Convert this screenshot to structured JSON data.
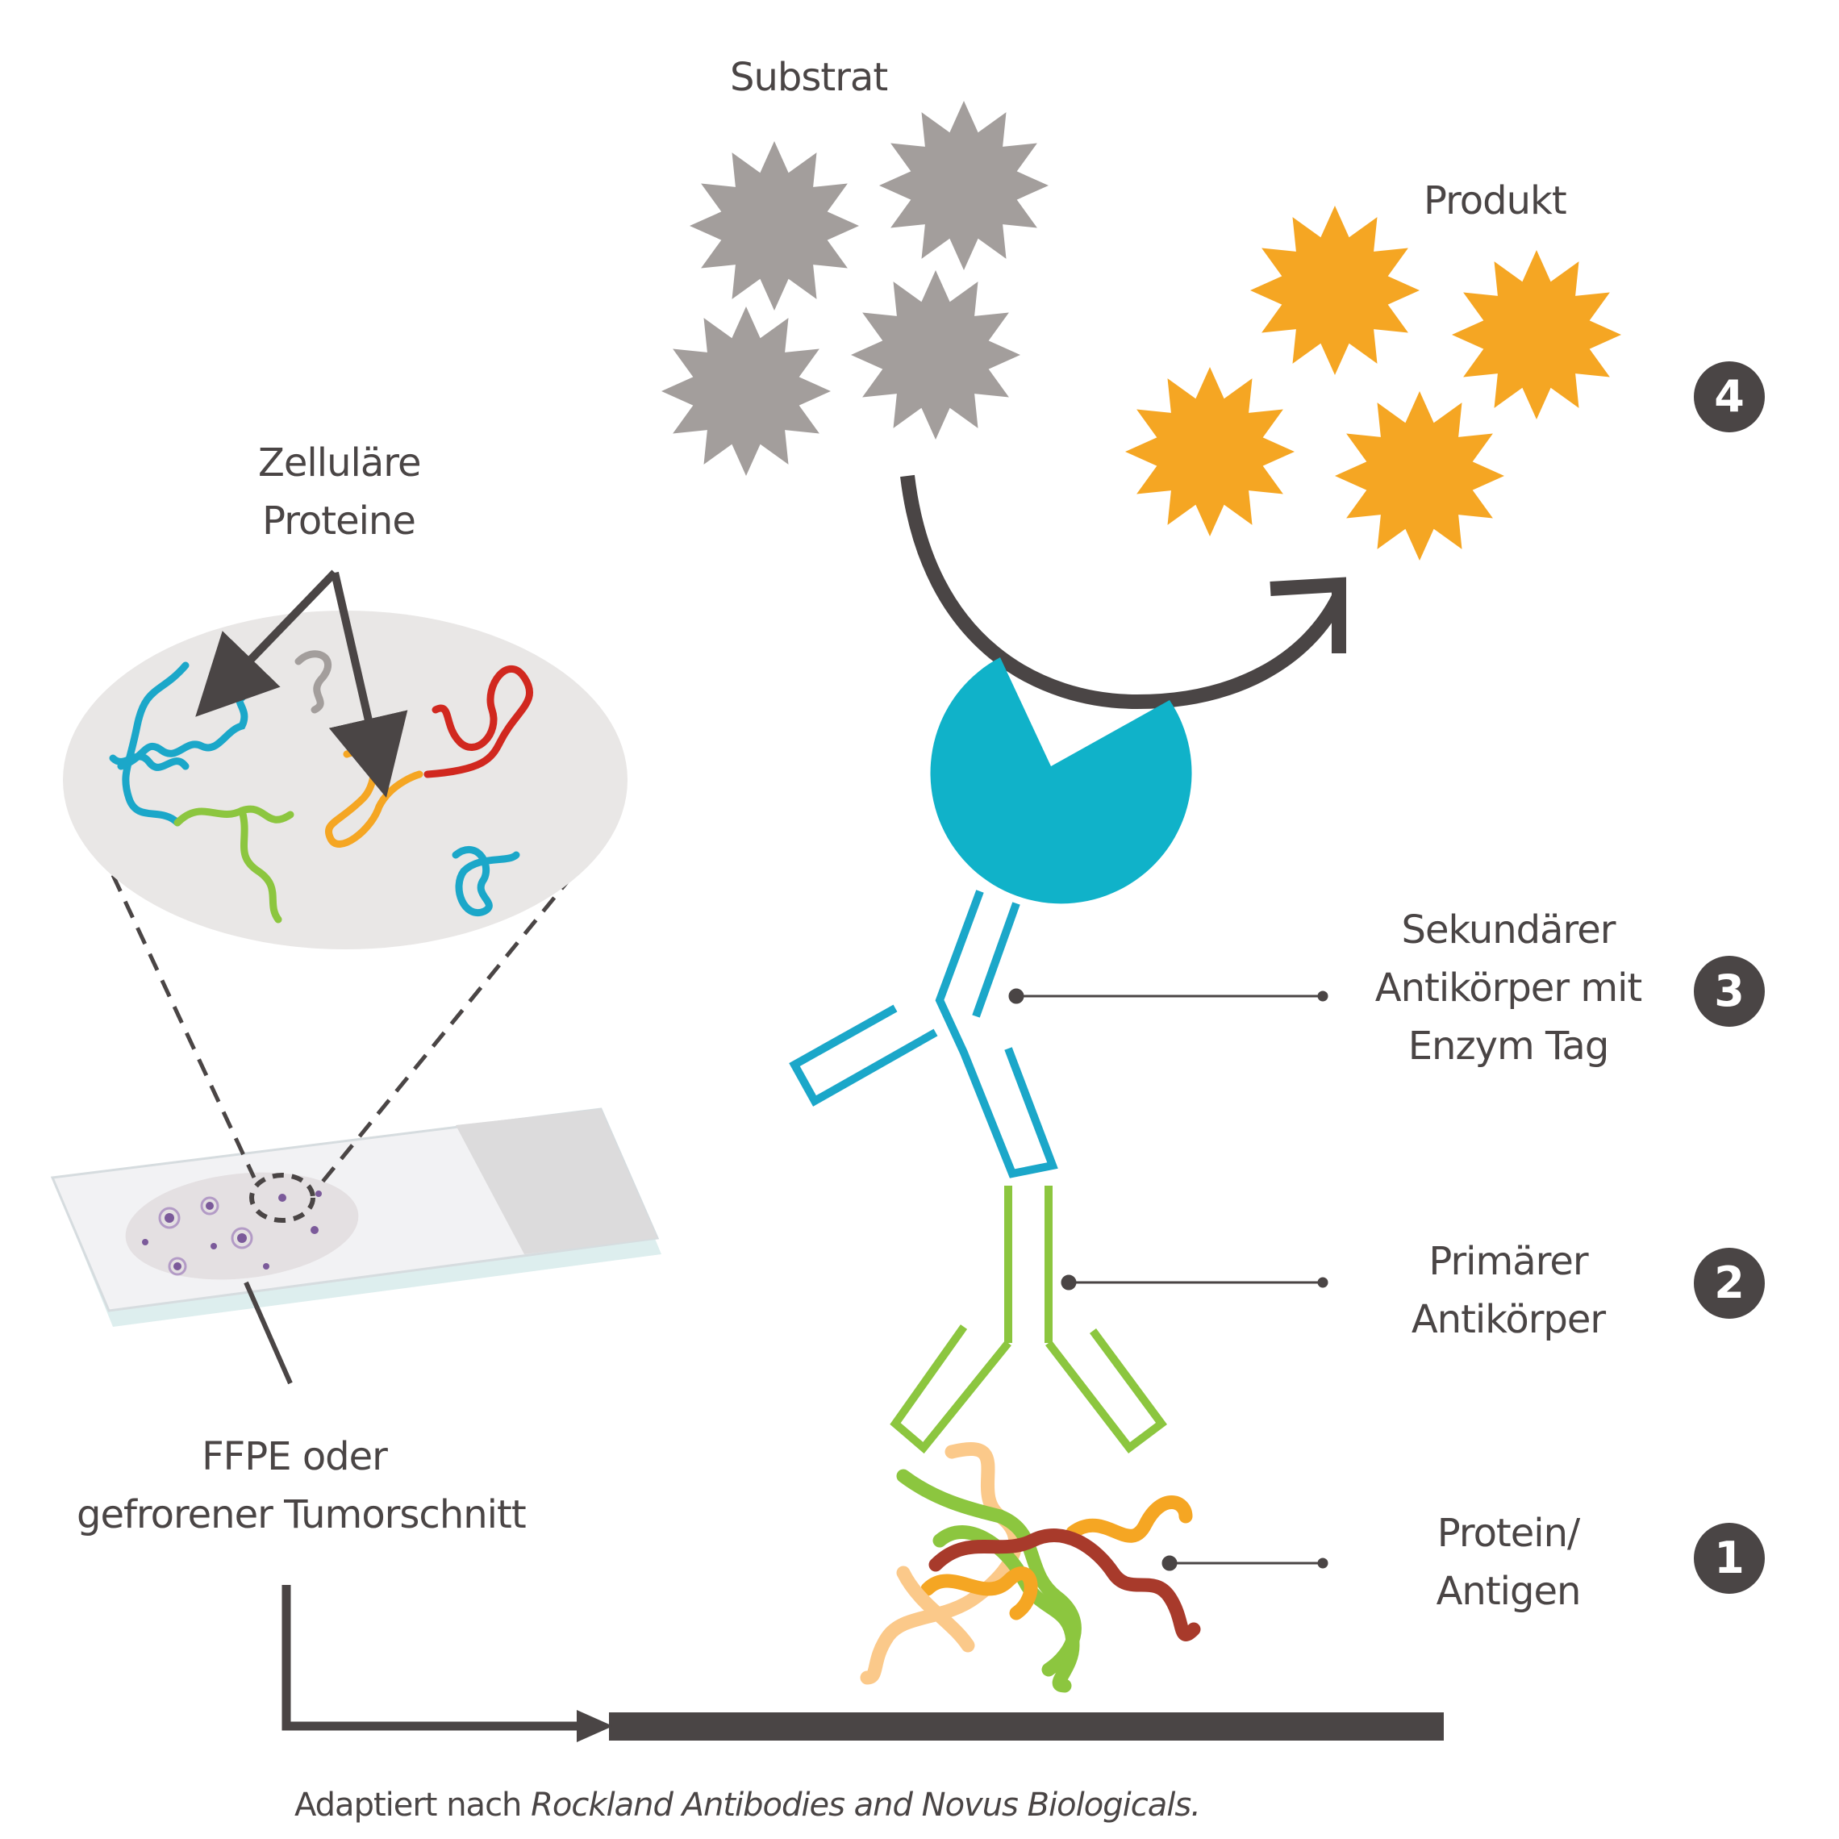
{
  "labels": {
    "substrat": "Substrat",
    "produkt": "Produkt",
    "zellulaere_line1": "Zelluläre",
    "zellulaere_line2": "Proteine",
    "sekundaer_line1": "Sekundärer",
    "sekundaer_line2": "Antikörper mit",
    "sekundaer_line3": "Enzym Tag",
    "primaer_line1": "Primärer",
    "primaer_line2": "Antikörper",
    "protein_line1": "Protein/",
    "protein_line2": "Antigen",
    "ffpe_line1": "FFPE oder",
    "ffpe_line2": "gefrorener Tumorschnitt"
  },
  "steps": [
    "1",
    "2",
    "3",
    "4"
  ],
  "caption": {
    "prefix": "Adaptiert nach ",
    "source": "Rockland Antibodies and Novus Biologicals."
  },
  "colors": {
    "dark_gray": "#4a4545",
    "substrate_gray": "#a39e9c",
    "product_orange": "#f5a623",
    "enzyme_teal": "#10b2c9",
    "secondary_antibody_blue": "#1ba7c9",
    "primary_antibody_green": "#8cc63f",
    "protein_red": "#d1281f",
    "protein_light_orange": "#fbc98a",
    "protein_dark_red": "#a83a2b",
    "ellipse_gray": "#e9e7e6"
  }
}
